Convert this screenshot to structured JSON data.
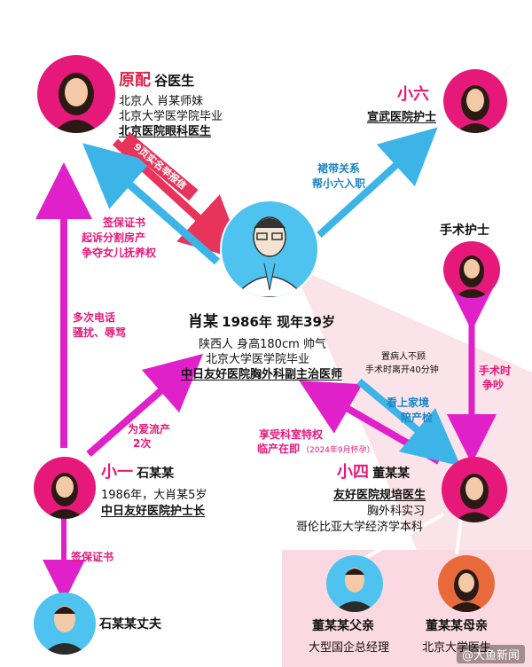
{
  "center": {
    "name": "肖某",
    "line1_rest": "1986年 现年39岁",
    "line2": "陕西人 身高180cm 帅气",
    "line3": "北京大学医学院毕业",
    "line4": "中日友好医院胸外科副主治医师"
  },
  "wife": {
    "tag": "原配",
    "name": "谷医生",
    "line1": "北京人 肖某师妹",
    "line2": "北京大学医学院毕业",
    "line3": "北京医院眼科医生"
  },
  "xiaoliu": {
    "tag": "小六",
    "line1": "宣武医院护士"
  },
  "surgical_nurse": {
    "label": "手术护士"
  },
  "xiaoyi": {
    "tag": "小一",
    "name": "石某某",
    "line1": "1986年，大肖某5岁",
    "line2": "中日友好医院护士长"
  },
  "xiaosi": {
    "tag": "小四",
    "name": "董某某",
    "line1": "友好医院规培医生",
    "line2": "胸外科实习",
    "line3": "哥伦比亚大学经济学本科"
  },
  "husband": {
    "label": "石某某丈夫"
  },
  "father": {
    "label": "董某某父亲",
    "sub": "大型国企总经理"
  },
  "mother": {
    "label": "董某某母亲",
    "sub": "北京大学医生"
  },
  "edges": {
    "wife_to_center": "9页实名举报信",
    "center_to_wife_1": "签保证书",
    "center_to_wife_2": "起诉分割房产",
    "center_to_wife_3": "争夺女儿抚养权",
    "center_to_xiaoliu_1": "裙带关系",
    "center_to_xiaoliu_2": "帮小六入职",
    "xiaoyi_to_wife_1": "多次电话",
    "xiaoyi_to_wife_2": "骚扰、辱骂",
    "xiaoyi_to_center_1": "为爱流产",
    "xiaoyi_to_center_2": "2次",
    "xiaoyi_to_husband": "签保证书",
    "xiaosi_to_center_1": "享受科室特权",
    "xiaosi_to_center_2": "临产在即",
    "xiaosi_to_center_3": "（2024年9月怀孕）",
    "center_to_xiaosi_1": "看上家境",
    "center_to_xiaosi_2": "陪产检",
    "surgery_note_1": "置病人不顾",
    "surgery_note_2": "手术时离开40分钟",
    "nurse_xiaosi_1": "手术时",
    "nurse_xiaosi_2": "争吵"
  },
  "watermark": "@大鱼新闻",
  "colors": {
    "pink_arrow": "#e020c8",
    "blue_arrow": "#3cb4e8",
    "red_arrow": "#e8335a",
    "pink_circle": "#e6197a",
    "blue_circle": "#4fc3ef",
    "orange_circle": "#e86a3a",
    "panel": "#fbd9e2"
  }
}
